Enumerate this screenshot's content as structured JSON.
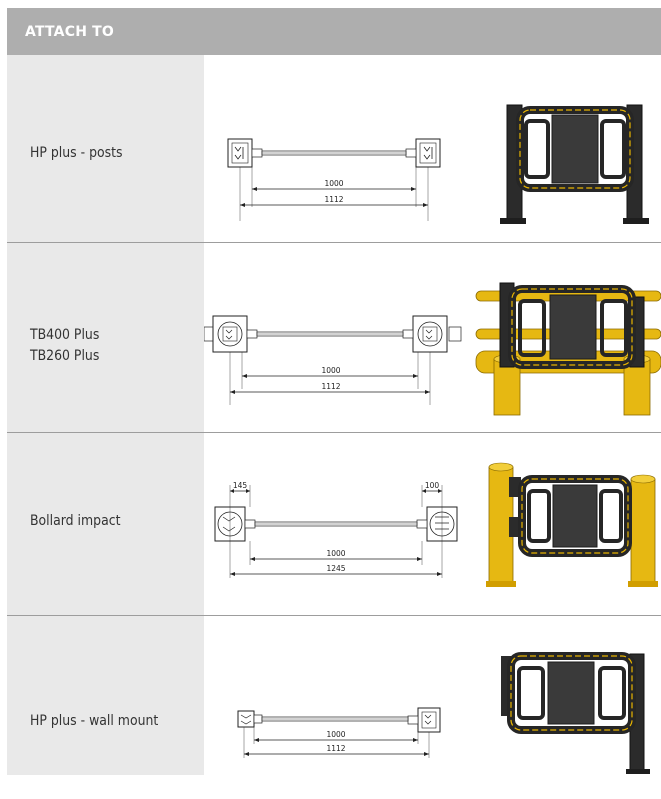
{
  "header": {
    "title": "ATTACH TO"
  },
  "rows": [
    {
      "label": "HP plus - posts",
      "dim_inner": "1000",
      "dim_outer": "1112"
    },
    {
      "label_lines": [
        "TB400 Plus",
        "TB260 Plus"
      ],
      "dim_inner": "1000",
      "dim_outer": "1112"
    },
    {
      "label": "Bollard impact",
      "dim_left": "145",
      "dim_right": "100",
      "dim_inner": "1000",
      "dim_outer": "1245"
    },
    {
      "label": "HP plus - wall mount",
      "dim_inner": "1000",
      "dim_outer": "1112"
    }
  ],
  "colors": {
    "header_bg": "#aeaeae",
    "label_bg": "#e9e9e9",
    "gate_frame": "#2b2b2b",
    "gate_yellow": "#e8b400",
    "bollard_yellow": "#e6b812"
  }
}
